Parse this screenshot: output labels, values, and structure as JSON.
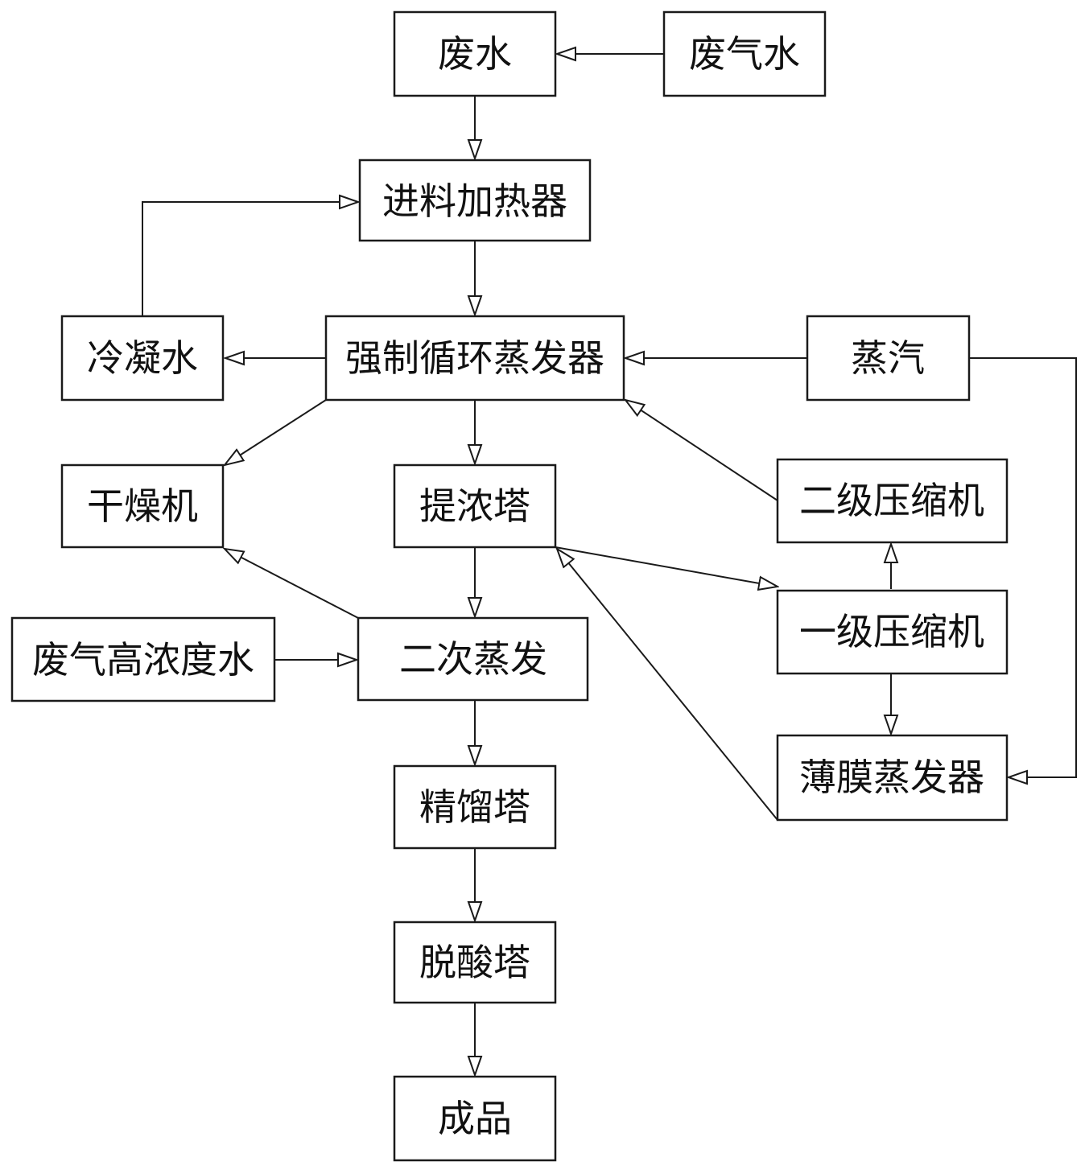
{
  "nodes": {
    "wastewater": "废水",
    "waste_gas_water": "废气水",
    "feed_heater": "进料加热器",
    "condensate": "冷凝水",
    "forced_circulation_evaporator": "强制循环蒸发器",
    "steam": "蒸汽",
    "dryer": "干燥机",
    "concentrating_tower": "提浓塔",
    "secondary_compressor": "二级压缩机",
    "primary_compressor": "一级压缩机",
    "high_conc_waste_gas_water": "废气高浓度水",
    "secondary_evaporation": "二次蒸发",
    "rectifying_tower": "精馏塔",
    "thin_film_evaporator": "薄膜蒸发器",
    "deacidification_tower": "脱酸塔",
    "finished_product": "成品"
  },
  "edges": [
    {
      "from": "waste_gas_water",
      "to": "wastewater"
    },
    {
      "from": "wastewater",
      "to": "feed_heater"
    },
    {
      "from": "condensate",
      "to": "feed_heater"
    },
    {
      "from": "feed_heater",
      "to": "forced_circulation_evaporator"
    },
    {
      "from": "forced_circulation_evaporator",
      "to": "condensate"
    },
    {
      "from": "steam",
      "to": "forced_circulation_evaporator"
    },
    {
      "from": "steam",
      "to": "thin_film_evaporator"
    },
    {
      "from": "forced_circulation_evaporator",
      "to": "dryer"
    },
    {
      "from": "forced_circulation_evaporator",
      "to": "concentrating_tower"
    },
    {
      "from": "secondary_compressor",
      "to": "forced_circulation_evaporator"
    },
    {
      "from": "concentrating_tower",
      "to": "primary_compressor"
    },
    {
      "from": "primary_compressor",
      "to": "secondary_compressor"
    },
    {
      "from": "primary_compressor",
      "to": "thin_film_evaporator"
    },
    {
      "from": "thin_film_evaporator",
      "to": "concentrating_tower"
    },
    {
      "from": "concentrating_tower",
      "to": "secondary_evaporation"
    },
    {
      "from": "secondary_evaporation",
      "to": "dryer"
    },
    {
      "from": "high_conc_waste_gas_water",
      "to": "secondary_evaporation"
    },
    {
      "from": "secondary_evaporation",
      "to": "rectifying_tower"
    },
    {
      "from": "rectifying_tower",
      "to": "deacidification_tower"
    },
    {
      "from": "deacidification_tower",
      "to": "finished_product"
    }
  ],
  "colors": {
    "stroke": "#1a1a1a",
    "text": "#111111",
    "background": "#ffffff"
  }
}
